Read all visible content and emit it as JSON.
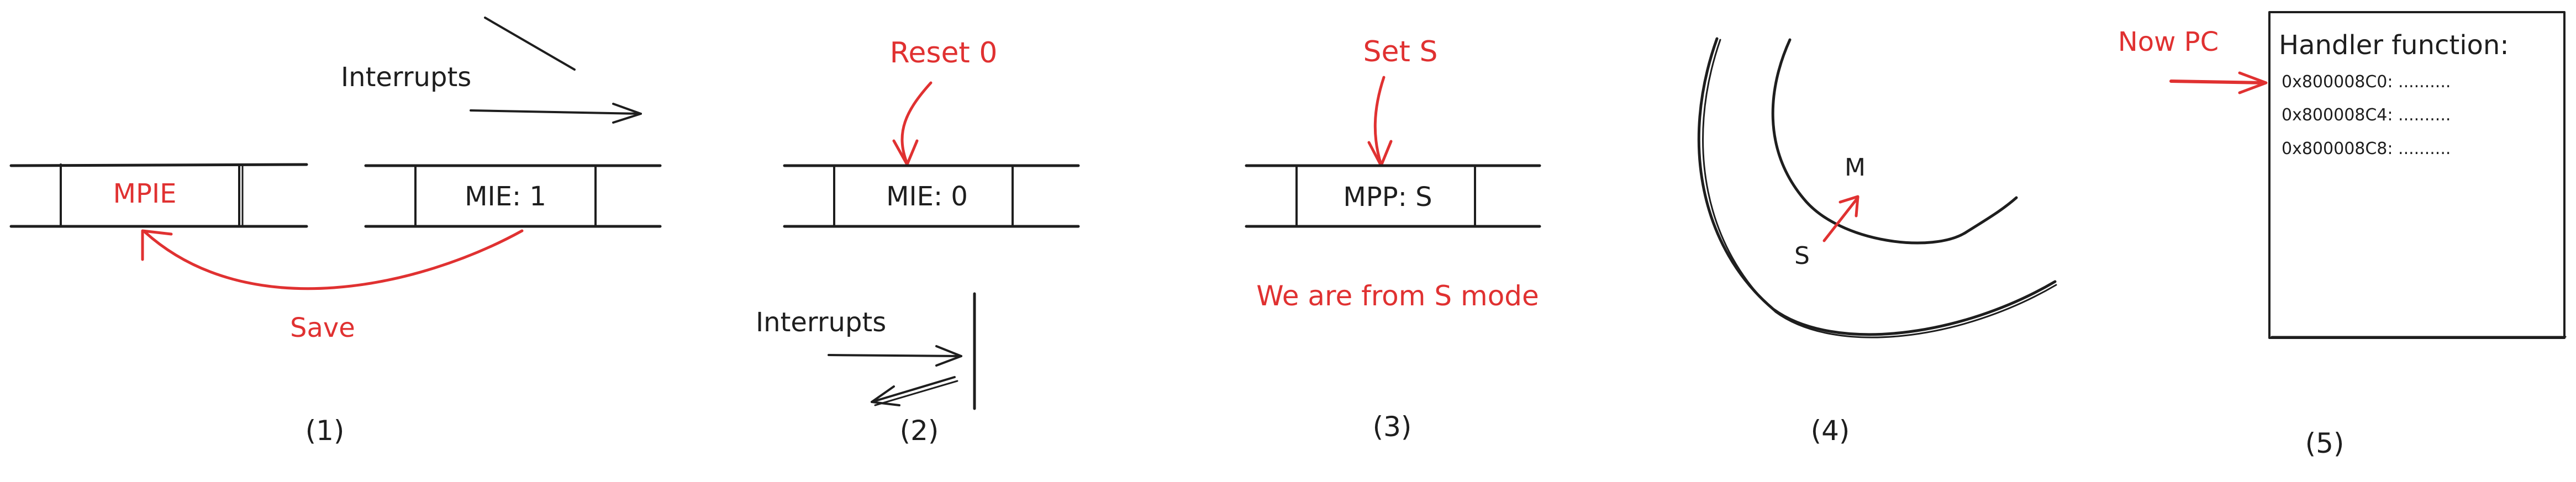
{
  "panels": [
    {
      "caption": "(1)",
      "interrupts_label": "Interrupts",
      "mpie_label": "MPIE",
      "mie_label": "MIE: 1",
      "save_label": "Save"
    },
    {
      "caption": "(2)",
      "reset_label": "Reset 0",
      "mie_label": "MIE: 0",
      "interrupts_label": "Interrupts"
    },
    {
      "caption": "(3)",
      "set_label": "Set S",
      "mpp_label": "MPP: S",
      "note": "We are from S mode"
    },
    {
      "caption": "(4)",
      "m_label": "M",
      "s_label": "S"
    },
    {
      "caption": "(5)",
      "now_pc_label": "Now PC",
      "handler_title": "Handler function:",
      "lines": [
        "0x800008C0: ..........",
        "0x800008C4: ..........",
        "0x800008C8: .........."
      ]
    }
  ],
  "colors": {
    "ink": "#1e1e1e",
    "accent": "#e03131"
  }
}
